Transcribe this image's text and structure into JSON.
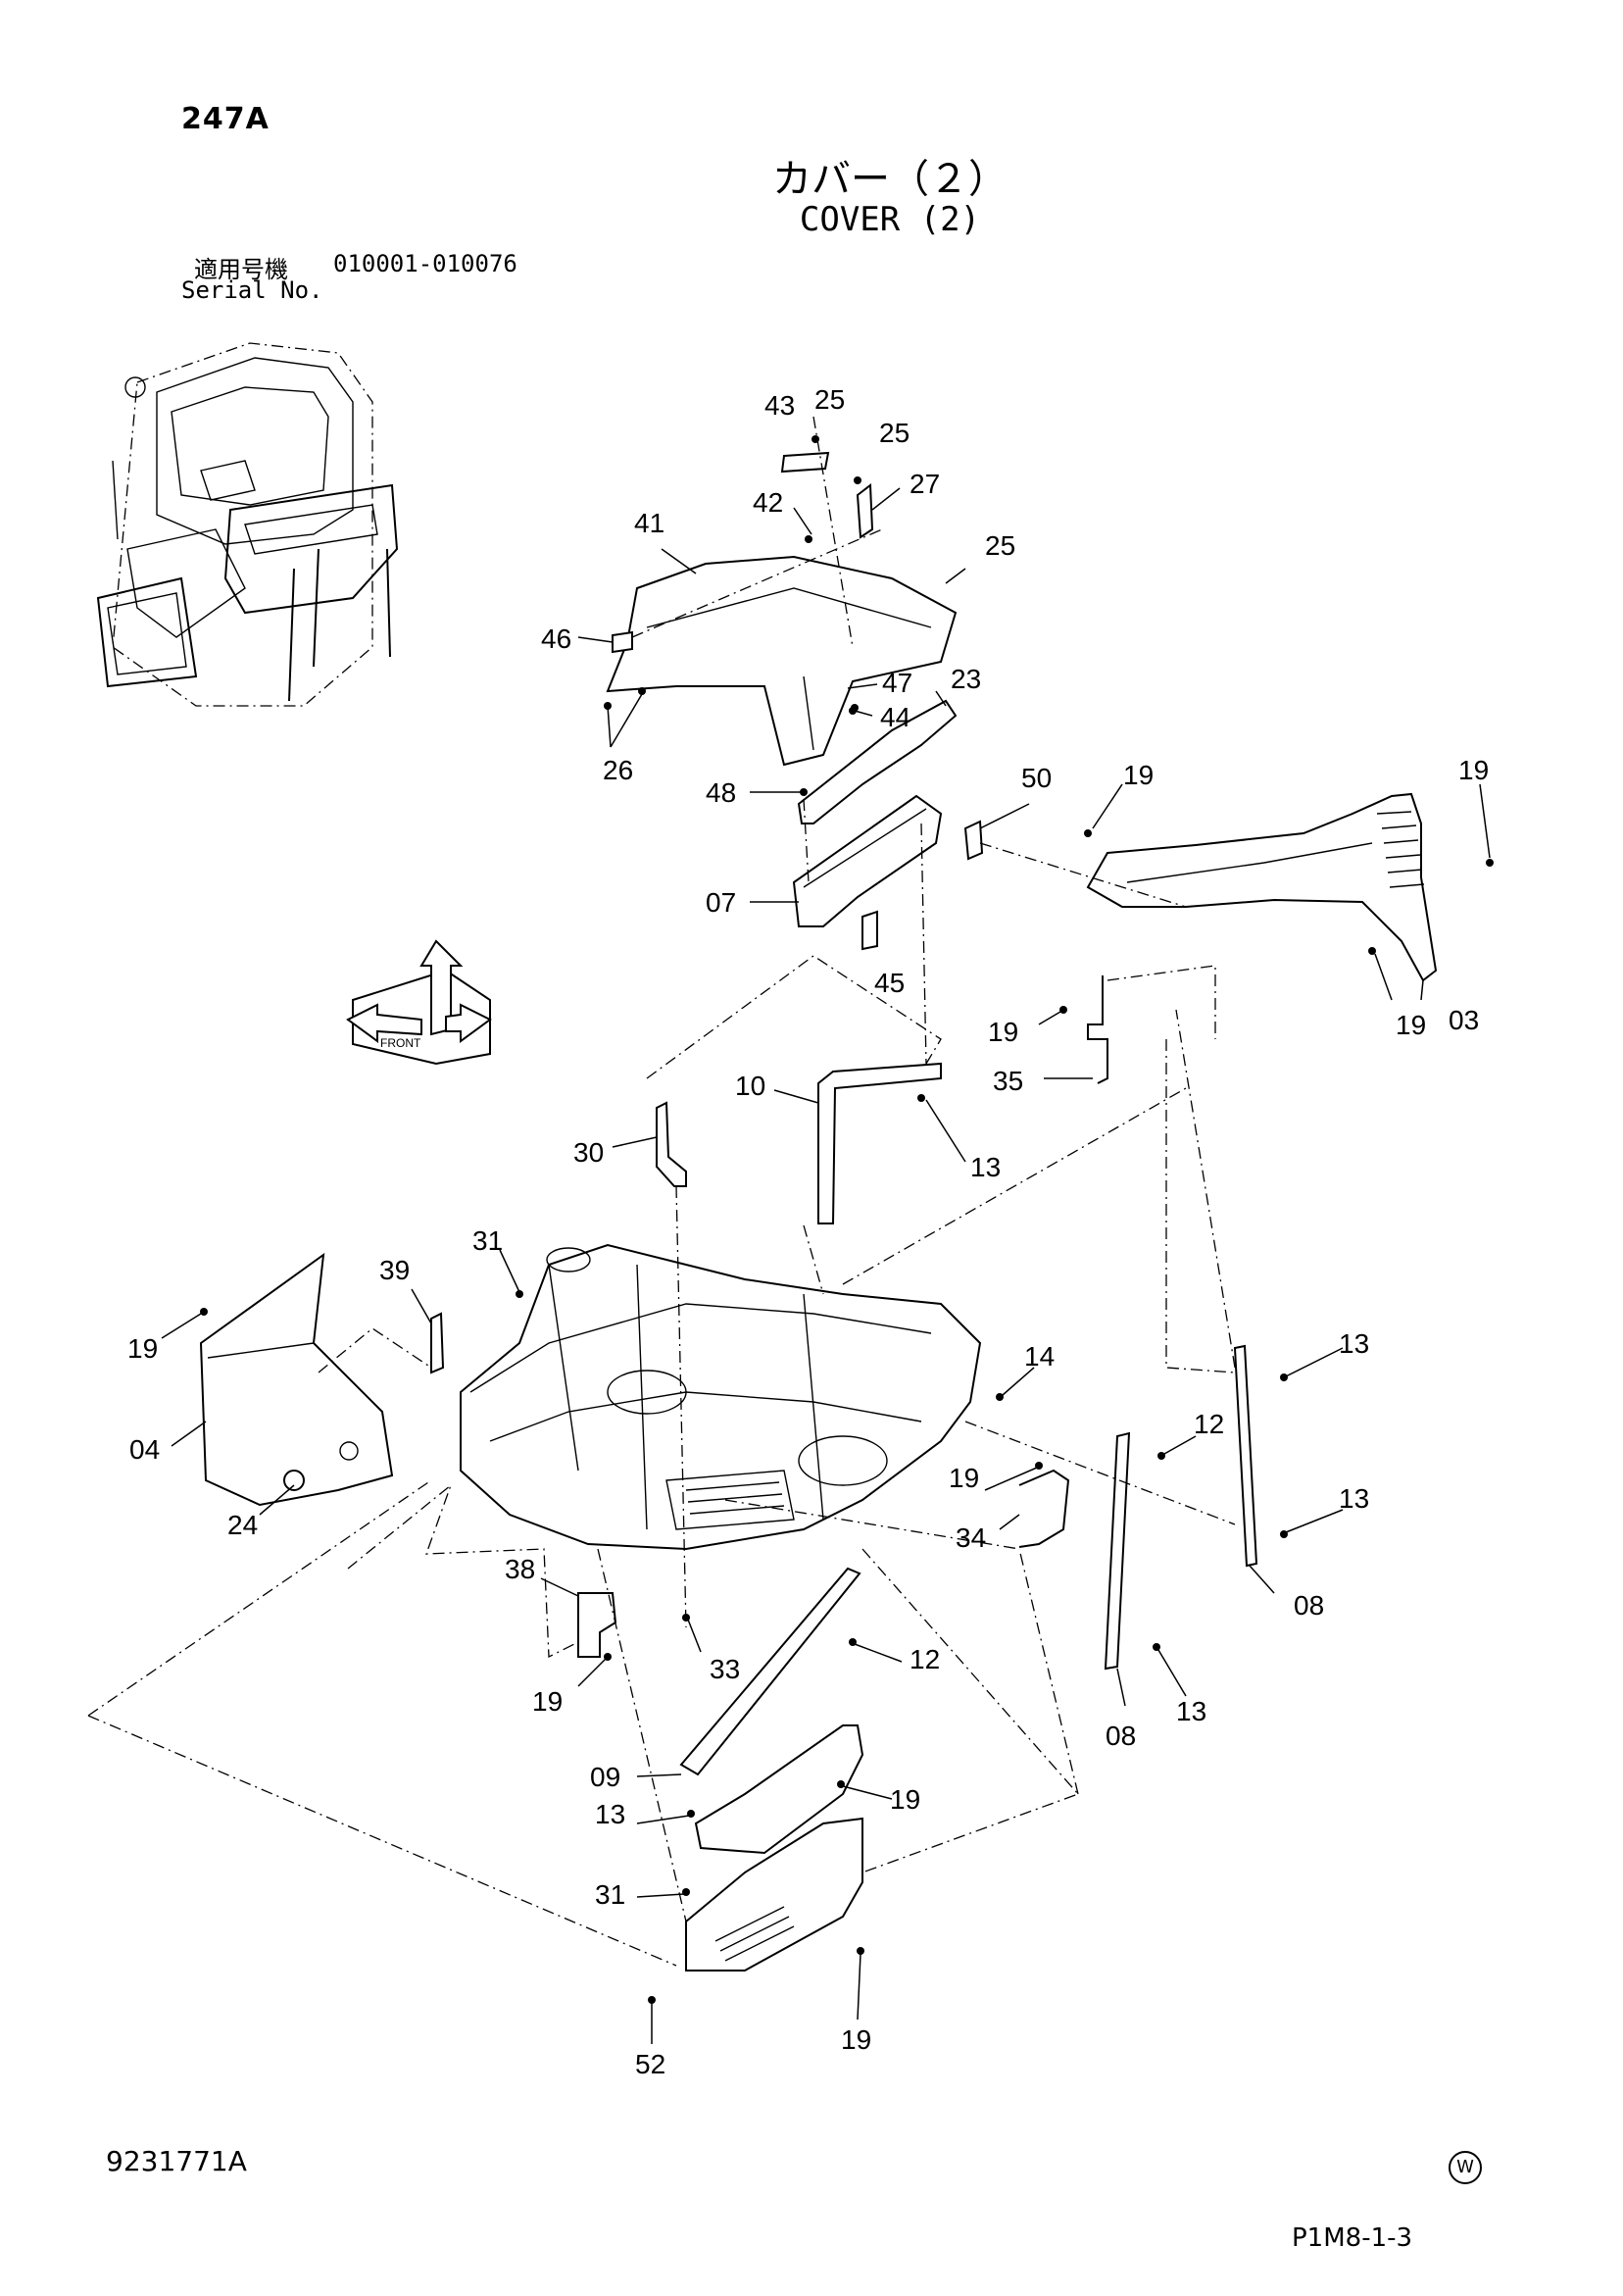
{
  "header": {
    "page_id": "247A",
    "title_jp": "カバー（２）",
    "title_en": "COVER (2)",
    "serial_label_jp": "適用号機",
    "serial_range": "010001-010076",
    "serial_label_en": "Serial No."
  },
  "footer": {
    "document_number": "9231771A",
    "maker_mark": "W",
    "page_reference": "P1M8-1-3"
  },
  "inset": {
    "front_label": "FRONT"
  },
  "callouts": [
    "43",
    "25",
    "25",
    "27",
    "42",
    "41",
    "25",
    "46",
    "47",
    "44",
    "23",
    "26",
    "48",
    "50",
    "19",
    "19",
    "07",
    "45",
    "03",
    "19",
    "19",
    "35",
    "10",
    "30",
    "13",
    "31",
    "39",
    "19",
    "14",
    "13",
    "04",
    "12",
    "19",
    "24",
    "34",
    "13",
    "38",
    "08",
    "33",
    "12",
    "19",
    "13",
    "08",
    "09",
    "19",
    "13",
    "31",
    "19",
    "52"
  ]
}
